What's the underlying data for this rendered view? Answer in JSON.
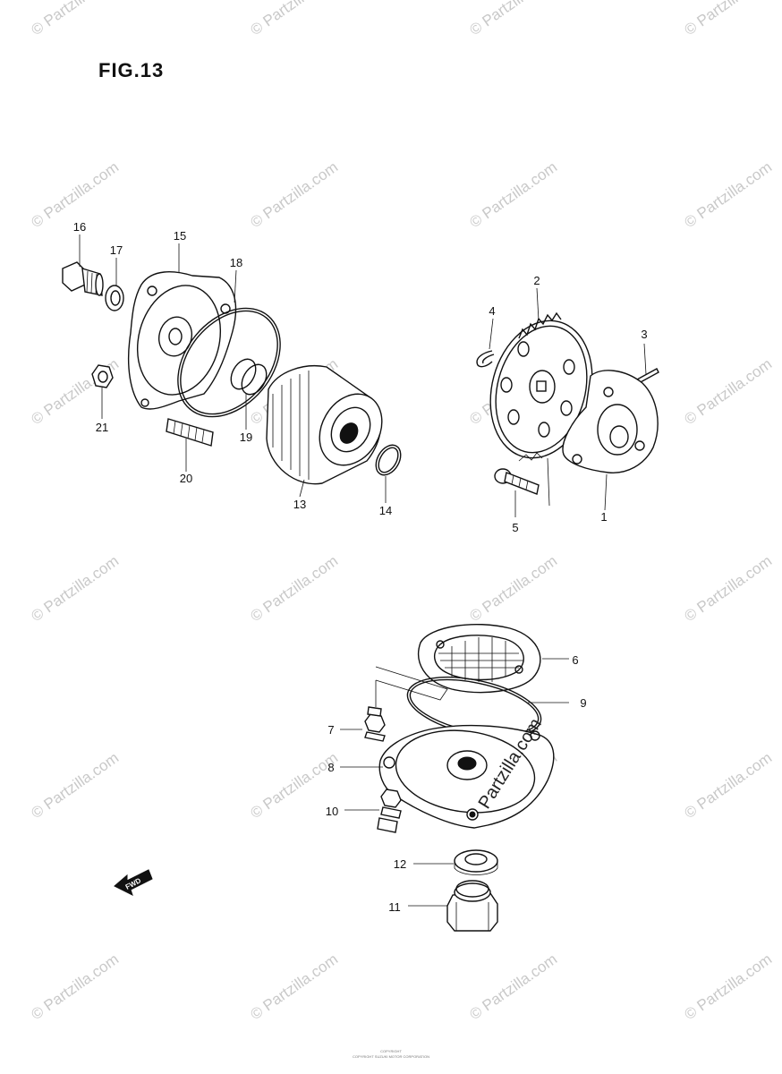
{
  "figure": {
    "title": "FIG.13"
  },
  "callouts": [
    "1",
    "2",
    "3",
    "4",
    "5",
    "6",
    "7",
    "8",
    "9",
    "10",
    "11",
    "12",
    "13",
    "14",
    "15",
    "16",
    "17",
    "18",
    "19",
    "20",
    "21"
  ],
  "fwd_label": "FWD",
  "watermark": {
    "text": "© Partzilla.com",
    "stamp": "Partzilla.com"
  },
  "footer": {
    "line1": "COPYRIGHT",
    "line2": "COPYRIGHT SUZUKI MOTOR CORPORATION"
  }
}
